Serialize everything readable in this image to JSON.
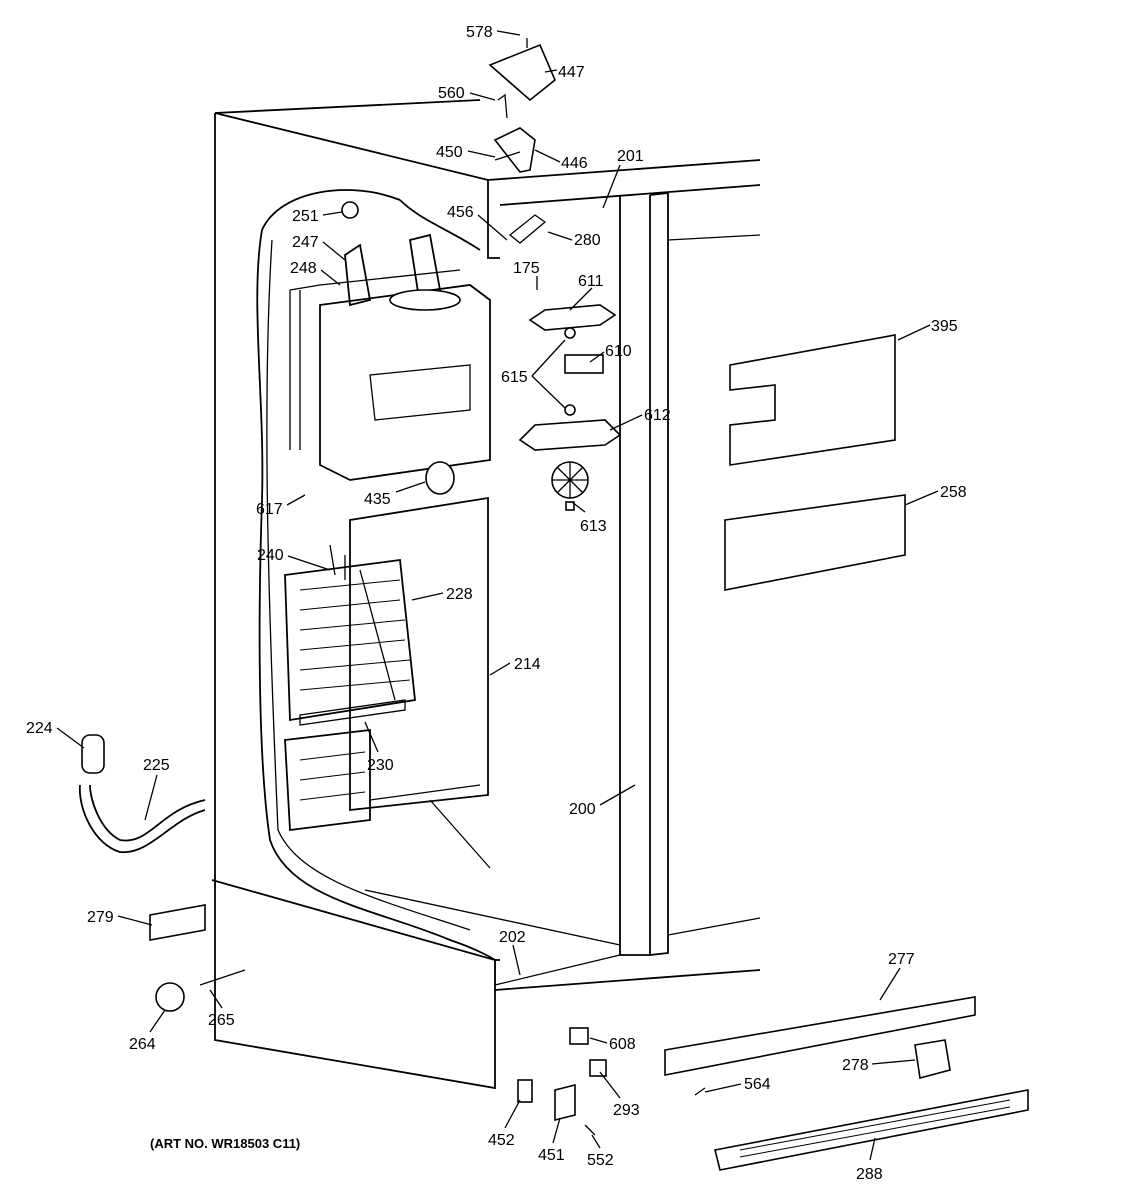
{
  "callouts": [
    "578",
    "447",
    "560",
    "450",
    "446",
    "201",
    "251",
    "456",
    "280",
    "247",
    "248",
    "175",
    "611",
    "395",
    "610",
    "615",
    "612",
    "435",
    "258",
    "617",
    "613",
    "240",
    "228",
    "214",
    "224",
    "225",
    "230",
    "200",
    "279",
    "202",
    "277",
    "265",
    "264",
    "608",
    "278",
    "564",
    "293",
    "452",
    "451",
    "552",
    "288"
  ],
  "art_number": "(ART NO. WR18503 C11)"
}
